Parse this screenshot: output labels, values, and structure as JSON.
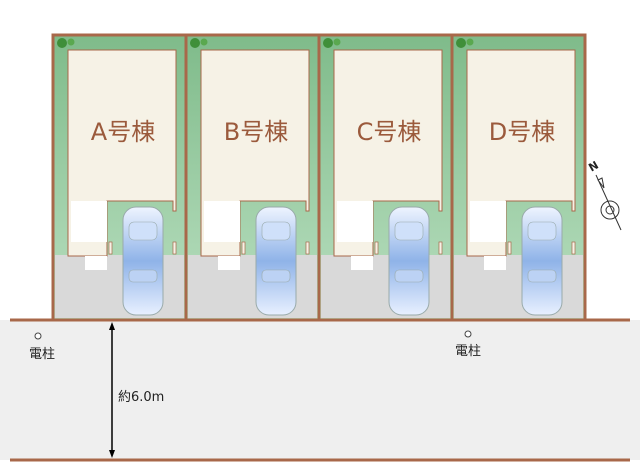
{
  "lots": [
    {
      "name": "A号棟"
    },
    {
      "name": "B号棟"
    },
    {
      "name": "C号棟"
    },
    {
      "name": "D号棟"
    }
  ],
  "poles": [
    {
      "label": "電柱"
    },
    {
      "label": "電柱"
    }
  ],
  "road_width": "約6.0m",
  "compass": {
    "label": "N"
  },
  "colors": {
    "border": "#a8684a",
    "green": "#8fc79a",
    "building": "#f6f2e6",
    "paving": "#d9d9d9",
    "road": "#efefef"
  }
}
